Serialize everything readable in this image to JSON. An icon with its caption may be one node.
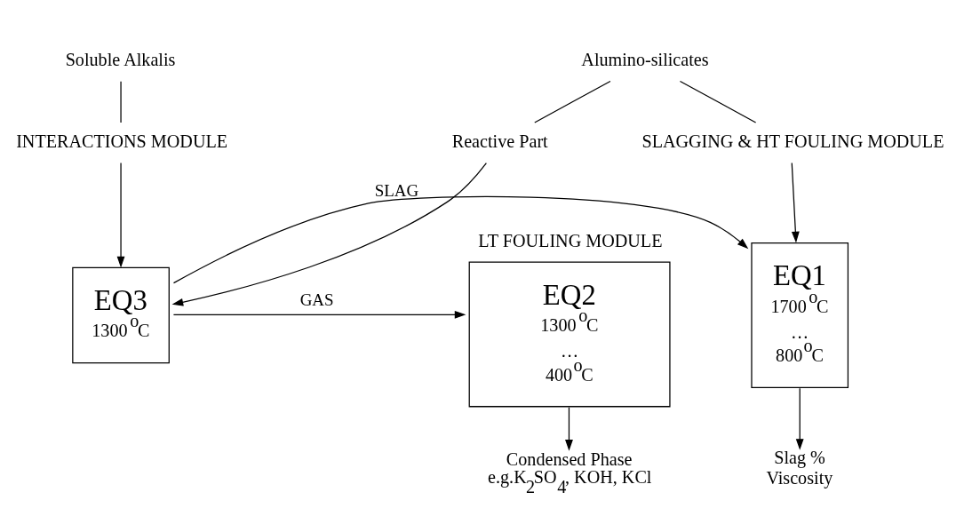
{
  "diagram": {
    "nodes": [
      {
        "text": [
          "Alumino-silicates"
        ]
      },
      {
        "text": [
          "SLAGGING & HT FOULING MODULE"
        ]
      },
      {
        "text": [
          "Reactive Part"
        ]
      },
      {
        "text": [
          "Soluble Alkalis"
        ]
      },
      {
        "text": [
          "INTERACTIONS MODULE"
        ]
      },
      {
        "text": [
          "EQ1",
          "1700$^{o}$C",
          "…",
          "800$^{o}$C"
        ]
      },
      {
        "text": [
          "EQ3",
          "1300$^{o}$C"
        ]
      },
      {
        "text": [
          "LT FOULING MODULE",
          "EQ2",
          "1300$^{o}$C",
          "…",
          "400$^{o}$C"
        ]
      },
      {
        "text": [
          "Slag %",
          "Viscosity"
        ]
      },
      {
        "text": [
          "Condensed Phase",
          "e.g.K$_{2}$SO$_{4}$, KOH, KCl"
        ]
      }
    ],
    "edges": [
      {
        "from": 0,
        "to": 1,
        "arrow": "none"
      },
      {
        "from": 0,
        "to": 2,
        "arrow": "none"
      },
      {
        "from": 3,
        "to": 4,
        "arrow": "none"
      },
      {
        "from": 1,
        "to": 5,
        "arrow": "to"
      },
      {
        "from": 2,
        "to": 6,
        "arrow": "to"
      },
      {
        "from": 4,
        "to": 6,
        "arrow": "to"
      },
      {
        "from": 6,
        "to": 5,
        "arrow": "to",
        "label": "SLAG"
      },
      {
        "from": 6,
        "to": 7,
        "arrow": "to",
        "label": "GAS"
      },
      {
        "from": 5,
        "to": 8,
        "arrow": "to"
      },
      {
        "from": 7,
        "to": 9,
        "arrow": "to"
      }
    ]
  }
}
